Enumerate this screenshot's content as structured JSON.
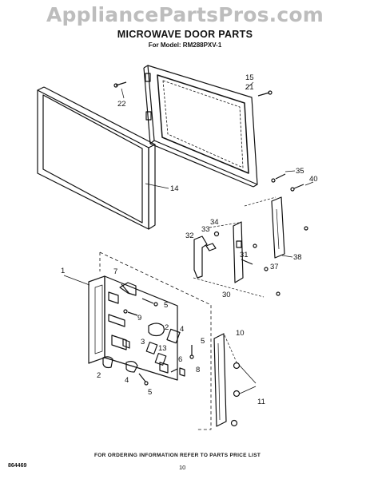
{
  "watermark": "AppliancePartsPros.com",
  "title": "MICROWAVE DOOR PARTS",
  "subtitle": "For Model: RM288PXV-1",
  "footer": {
    "ordering_note": "FOR ORDERING INFORMATION REFER TO PARTS PRICE LIST",
    "page_number": "10",
    "doc_number": "864469"
  },
  "callouts": {
    "c1": "1",
    "c2a": "2",
    "c2b": "2",
    "c3": "3",
    "c4a": "4",
    "c4b": "4",
    "c5a": "5",
    "c5b": "5",
    "c5c": "5",
    "c6": "6",
    "c7": "7",
    "c8": "8",
    "c9": "9",
    "c10": "10",
    "c11": "11",
    "c13": "13",
    "c14": "14",
    "c15": "15",
    "c21": "21",
    "c22": "22",
    "c30": "30",
    "c31": "31",
    "c32": "32",
    "c33": "33",
    "c34": "34",
    "c35": "35",
    "c37": "37",
    "c38": "38",
    "c40": "40"
  }
}
